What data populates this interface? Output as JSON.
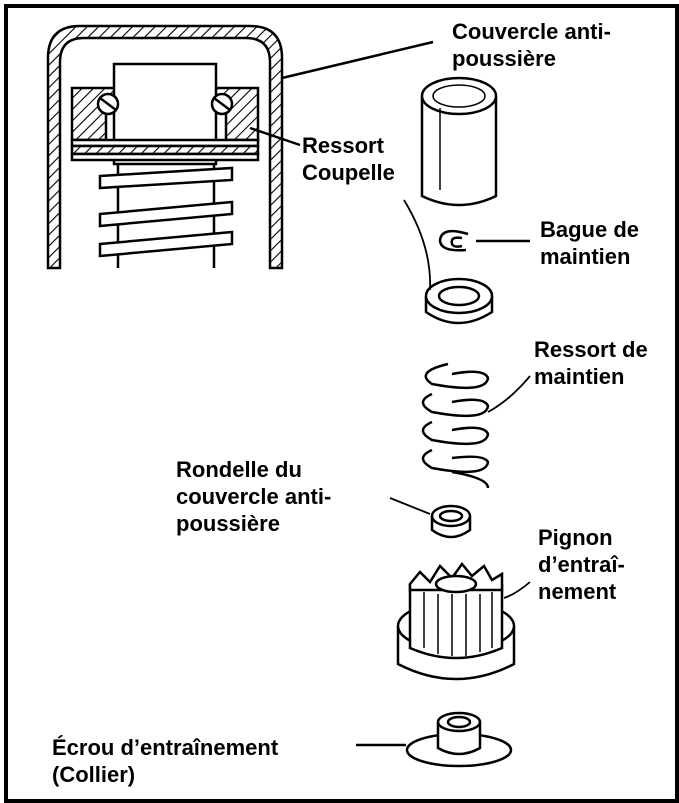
{
  "labels": {
    "dust_cover": "Couvercle anti-\npoussière",
    "spring_cup": "Ressort\nCoupelle",
    "retaining_ring": "Bague de\nmaintien",
    "retaining_spring": "Ressort de\nmaintien",
    "dust_cover_washer": "Rondelle du\ncouvercle anti-\npoussière",
    "drive_pinion": "Pignon\nd’entraî-\nnement",
    "drive_nut": "Écrou d’entraînement\n(Collier)"
  }
}
